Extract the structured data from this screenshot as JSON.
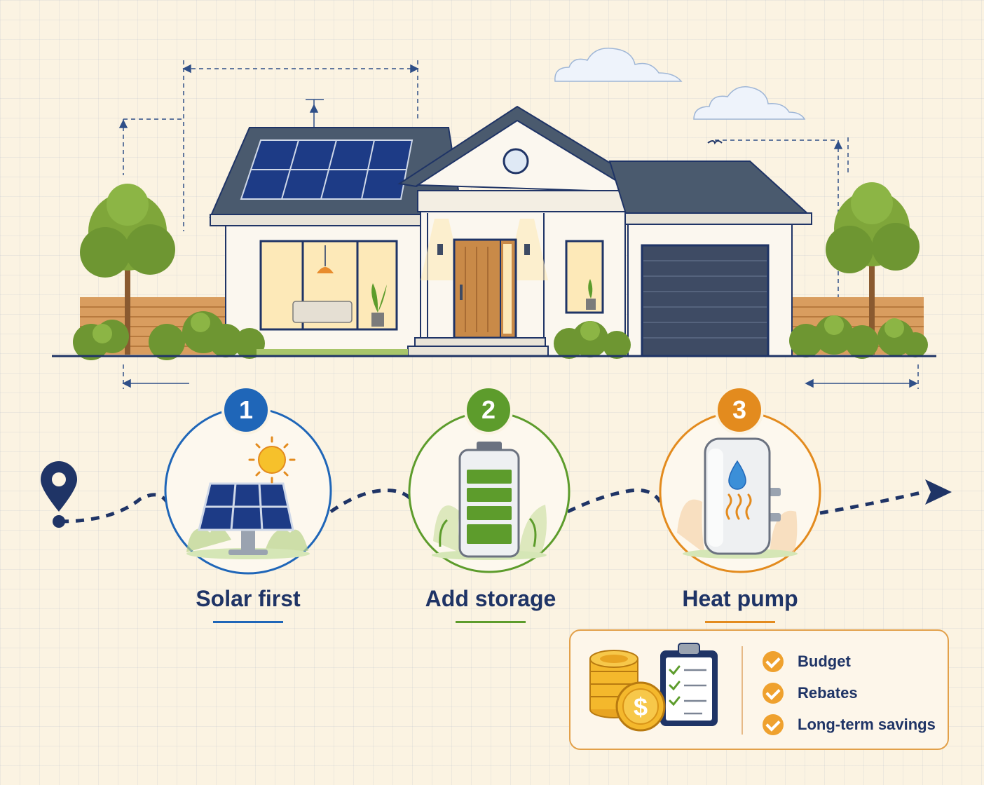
{
  "steps": [
    {
      "number": "1",
      "label": "Solar first",
      "color": "#1f66b8"
    },
    {
      "number": "2",
      "label": "Add storage",
      "color": "#5d9c2c"
    },
    {
      "number": "3",
      "label": "Heat pump",
      "color": "#e38b1e"
    }
  ],
  "info_card": {
    "items": [
      "Budget",
      "Rebates",
      "Long-term savings"
    ],
    "coin_symbol": "$"
  },
  "colors": {
    "background": "#fbf3e2",
    "navy": "#1f3466",
    "blue": "#1f66b8",
    "green": "#5d9c2c",
    "orange": "#e38b1e",
    "roof": "#4a5a6e",
    "garage": "#3e4b64",
    "door": "#c98a48"
  }
}
